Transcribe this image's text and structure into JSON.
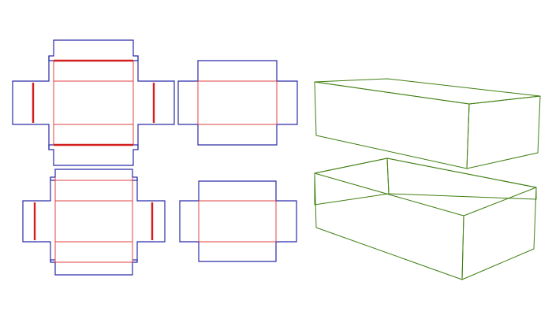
{
  "colors": {
    "background": "#ffffff",
    "cut_line": "#2a2aa8",
    "fold_line": "#e04040",
    "crease_line": "#d41e1e",
    "box_top": "#5faa22",
    "box_front": "#62b01f",
    "box_side": "#5aa51c",
    "box_inner_back": "#56a01a",
    "box_inner_side": "#4f9616",
    "box_edge": "#3f7f12"
  },
  "parts": [
    {
      "name": "lid-dieline",
      "kind": "dieline"
    },
    {
      "name": "lid-insert-dieline",
      "kind": "dieline"
    },
    {
      "name": "base-dieline",
      "kind": "dieline"
    },
    {
      "name": "base-insert-dieline",
      "kind": "dieline"
    },
    {
      "name": "box-lid-3d",
      "kind": "3d-view"
    },
    {
      "name": "box-base-3d",
      "kind": "3d-view"
    }
  ]
}
